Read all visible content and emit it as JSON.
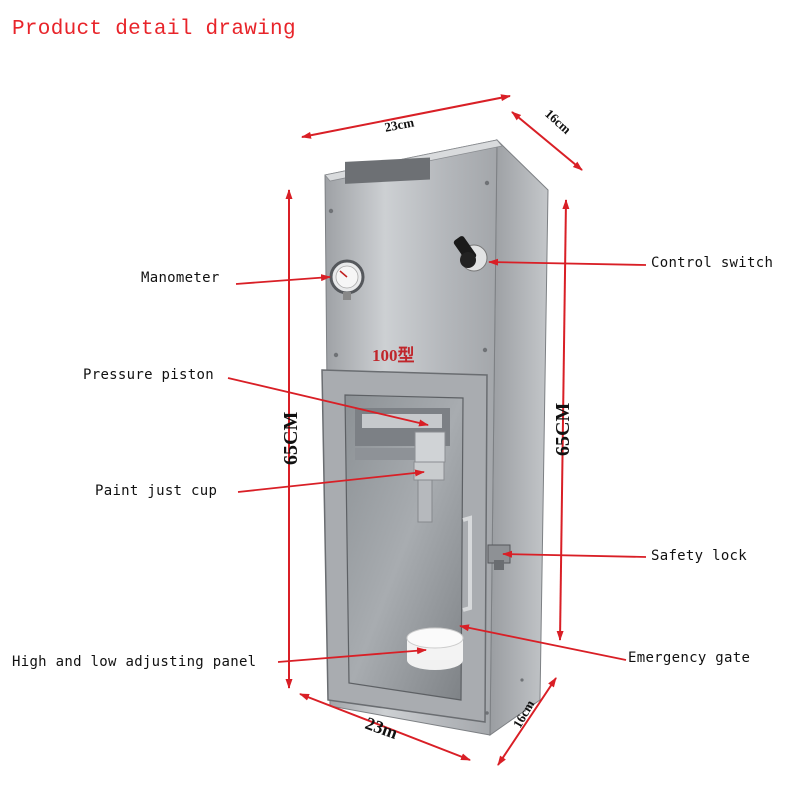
{
  "title": "Product detail drawing",
  "model_label": "100型",
  "dimensions": {
    "top_width": "23cm",
    "top_depth": "16cm",
    "height_left": "65CM",
    "height_right": "65CM",
    "bottom_width": "23m",
    "bottom_depth": "16cm"
  },
  "callouts": {
    "manometer": "Manometer",
    "control_switch": "Control switch",
    "pressure_piston": "Pressure piston",
    "paint_cup": "Paint just cup",
    "safety_lock": "Safety lock",
    "adjusting_panel": "High and low adjusting panel",
    "emergency_gate": "Emergency gate"
  },
  "colors": {
    "title": "#e8242a",
    "arrow": "#d91f26",
    "steel": "#b9bcc0",
    "model_text": "#c0262b"
  }
}
